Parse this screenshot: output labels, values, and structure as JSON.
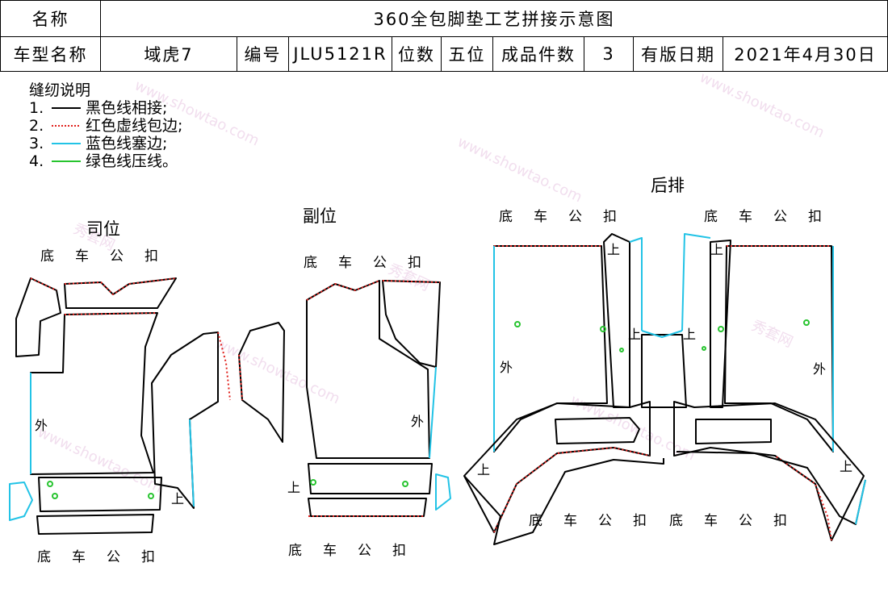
{
  "header": {
    "name_label": "名称",
    "title": "360全包脚垫工艺拼接示意图",
    "model_label": "车型名称",
    "model_value": "域虎7",
    "code_label": "编号",
    "code_value": "JLU5121R",
    "seat_label": "位数",
    "seat_value": "五位",
    "pieces_label": "成品件数",
    "pieces_value": "3",
    "date_label": "有版日期",
    "date_value": "2021年4月30日"
  },
  "sewing": {
    "title": "缝纫说明",
    "items": [
      {
        "num": "1.",
        "text": "黑色线相接;",
        "color": "#000000",
        "style": "solid"
      },
      {
        "num": "2.",
        "text": "红色虚线包边;",
        "color": "#e0201c",
        "style": "dotted"
      },
      {
        "num": "3.",
        "text": "蓝色线塞边;",
        "color": "#22c3e6",
        "style": "solid"
      },
      {
        "num": "4.",
        "text": "绿色线压线。",
        "color": "#27c42f",
        "style": "solid"
      }
    ]
  },
  "labels": {
    "driver": "司位",
    "passenger": "副位",
    "rear": "后排",
    "bottom_clip": "底车公扣",
    "outer": "外",
    "up": "上"
  },
  "colors": {
    "black": "#000000",
    "red": "#e0201c",
    "blue": "#22c3e6",
    "green": "#27c42f"
  },
  "watermark": {
    "text": "www.showtao.com",
    "brand": "秀套网"
  }
}
